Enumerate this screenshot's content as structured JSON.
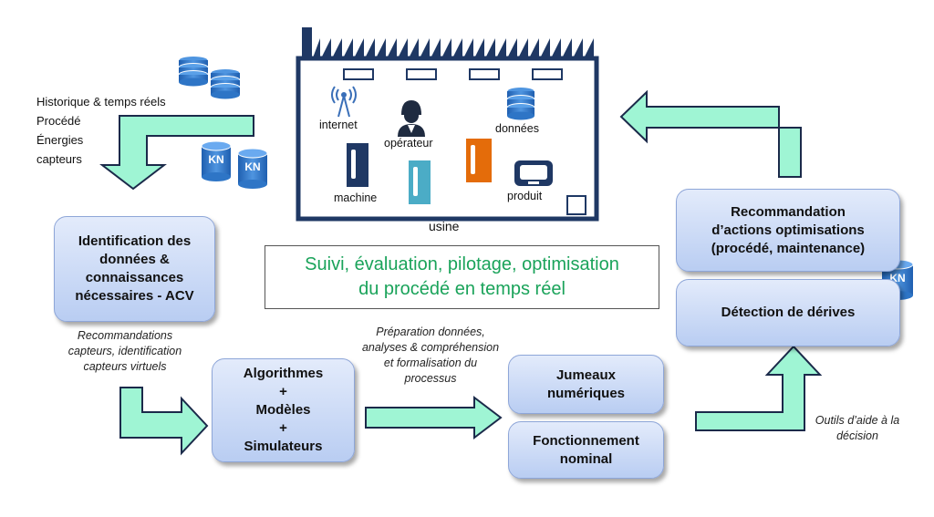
{
  "inputs": {
    "line1": "Historique & temps réels",
    "line2": "Procédé",
    "line3": "Énergies",
    "line4": "capteurs"
  },
  "kn_label": "KN",
  "factory": {
    "internet": "internet",
    "operateur": "opérateur",
    "donnees": "données",
    "machine": "machine",
    "produit": "produit",
    "usine": "usine"
  },
  "boxes": {
    "identification": "Identification des\ndonnées &\nconnaissances\nnécessaires - ACV",
    "algorithmes": "Algorithmes\n+\nModèles\n+\nSimulateurs",
    "jumeaux": "Jumeaux\nnumériques",
    "fonctionnement": "Fonctionnement\nnominal",
    "detection": "Détection de dérives",
    "recommandation": "Recommandation\nd’actions optimisations\n(procédé, maintenance)"
  },
  "center": "Suivi, évaluation, pilotage, optimisation\ndu procédé en temps réel",
  "notes": {
    "capteurs": "Recommandations\ncapteurs, identification\ncapteurs virtuels",
    "preparation": "Préparation données,\nanalyses & compréhension\net formalisation du\nprocessus",
    "outils": "Outils d’aide à la\ndécision"
  },
  "colors": {
    "arrow_fill": "#9ff5d4",
    "arrow_stroke": "#1b2a4a",
    "db_blue": "#2e75c6",
    "factory_navy": "#1f3864",
    "accent_green": "#1aa35a"
  }
}
